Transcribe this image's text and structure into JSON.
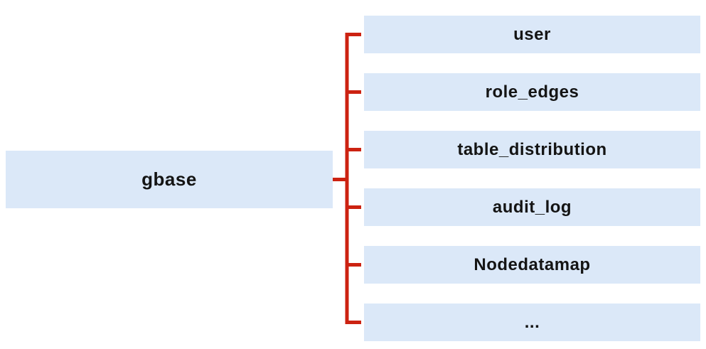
{
  "diagram": {
    "type": "tree",
    "root": {
      "label": "gbase"
    },
    "children": [
      {
        "label": "user"
      },
      {
        "label": "role_edges"
      },
      {
        "label": "table_distribution"
      },
      {
        "label": "audit_log"
      },
      {
        "label": "Nodedatamap"
      },
      {
        "label": "..."
      }
    ],
    "colors": {
      "box_fill": "#dbe8f8",
      "connector": "#cc2211",
      "text": "#141414"
    }
  }
}
